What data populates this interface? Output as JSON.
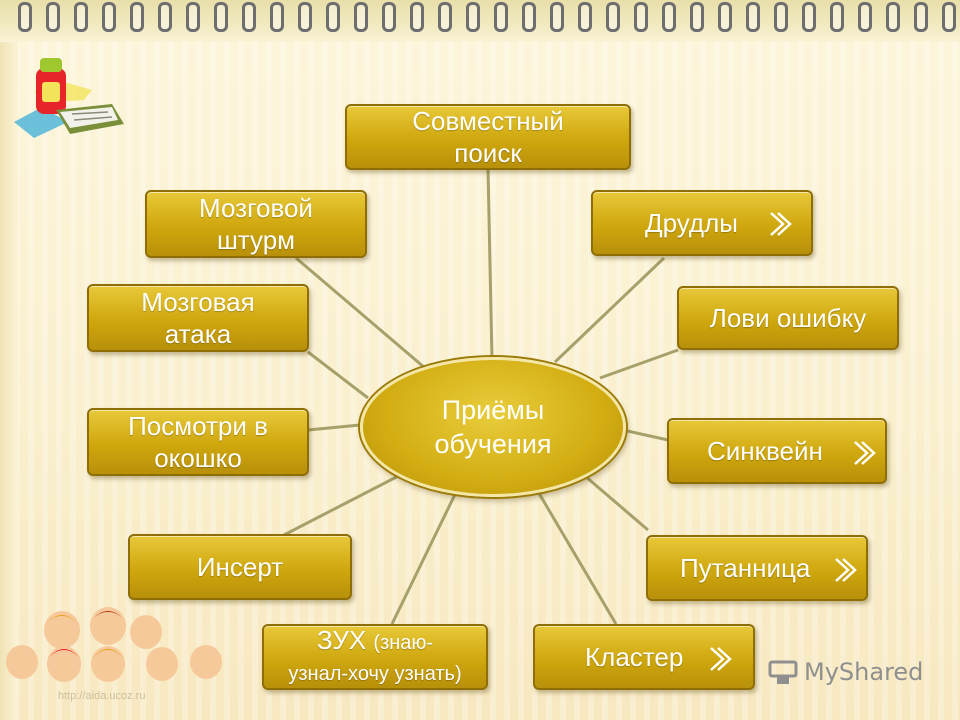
{
  "center": {
    "label": "Приёмы\nобучения"
  },
  "nodes": [
    {
      "id": "sovmestnyi-poisk",
      "label": "Совместный\nпоиск",
      "arrow": false
    },
    {
      "id": "druldy",
      "label": "Друдлы",
      "arrow": true
    },
    {
      "id": "lovi-oshibku",
      "label": "Лови ошибку",
      "arrow": false
    },
    {
      "id": "sinkvein",
      "label": "Синквейн",
      "arrow": true
    },
    {
      "id": "putannica",
      "label": "Путанница",
      "arrow": true
    },
    {
      "id": "klaster",
      "label": "Кластер",
      "arrow": true
    },
    {
      "id": "zuh",
      "label_main": "ЗУХ",
      "label_paren": "(знаю-\nузнал-хочу узнать)",
      "arrow": false
    },
    {
      "id": "insert",
      "label": "Инсерт",
      "arrow": false
    },
    {
      "id": "posmotri",
      "label": "Посмотри в\nокошко",
      "arrow": false
    },
    {
      "id": "mozgovaya-ataka",
      "label": "Мозговая\nатака",
      "arrow": false
    },
    {
      "id": "mozgovoi-shturm",
      "label": "Мозговой\nштурм",
      "arrow": false
    }
  ],
  "footer": {
    "url": "http://aida.ucoz.ru",
    "watermark": "MyShared"
  },
  "colors": {
    "box": "#d2ad12",
    "border": "#8f6e06",
    "text": "#ffffff",
    "line": "#a7a06a"
  },
  "icons": [
    "backpack-icon",
    "kids-faces-icon",
    "chevron-icon",
    "myshared-logo-icon"
  ]
}
